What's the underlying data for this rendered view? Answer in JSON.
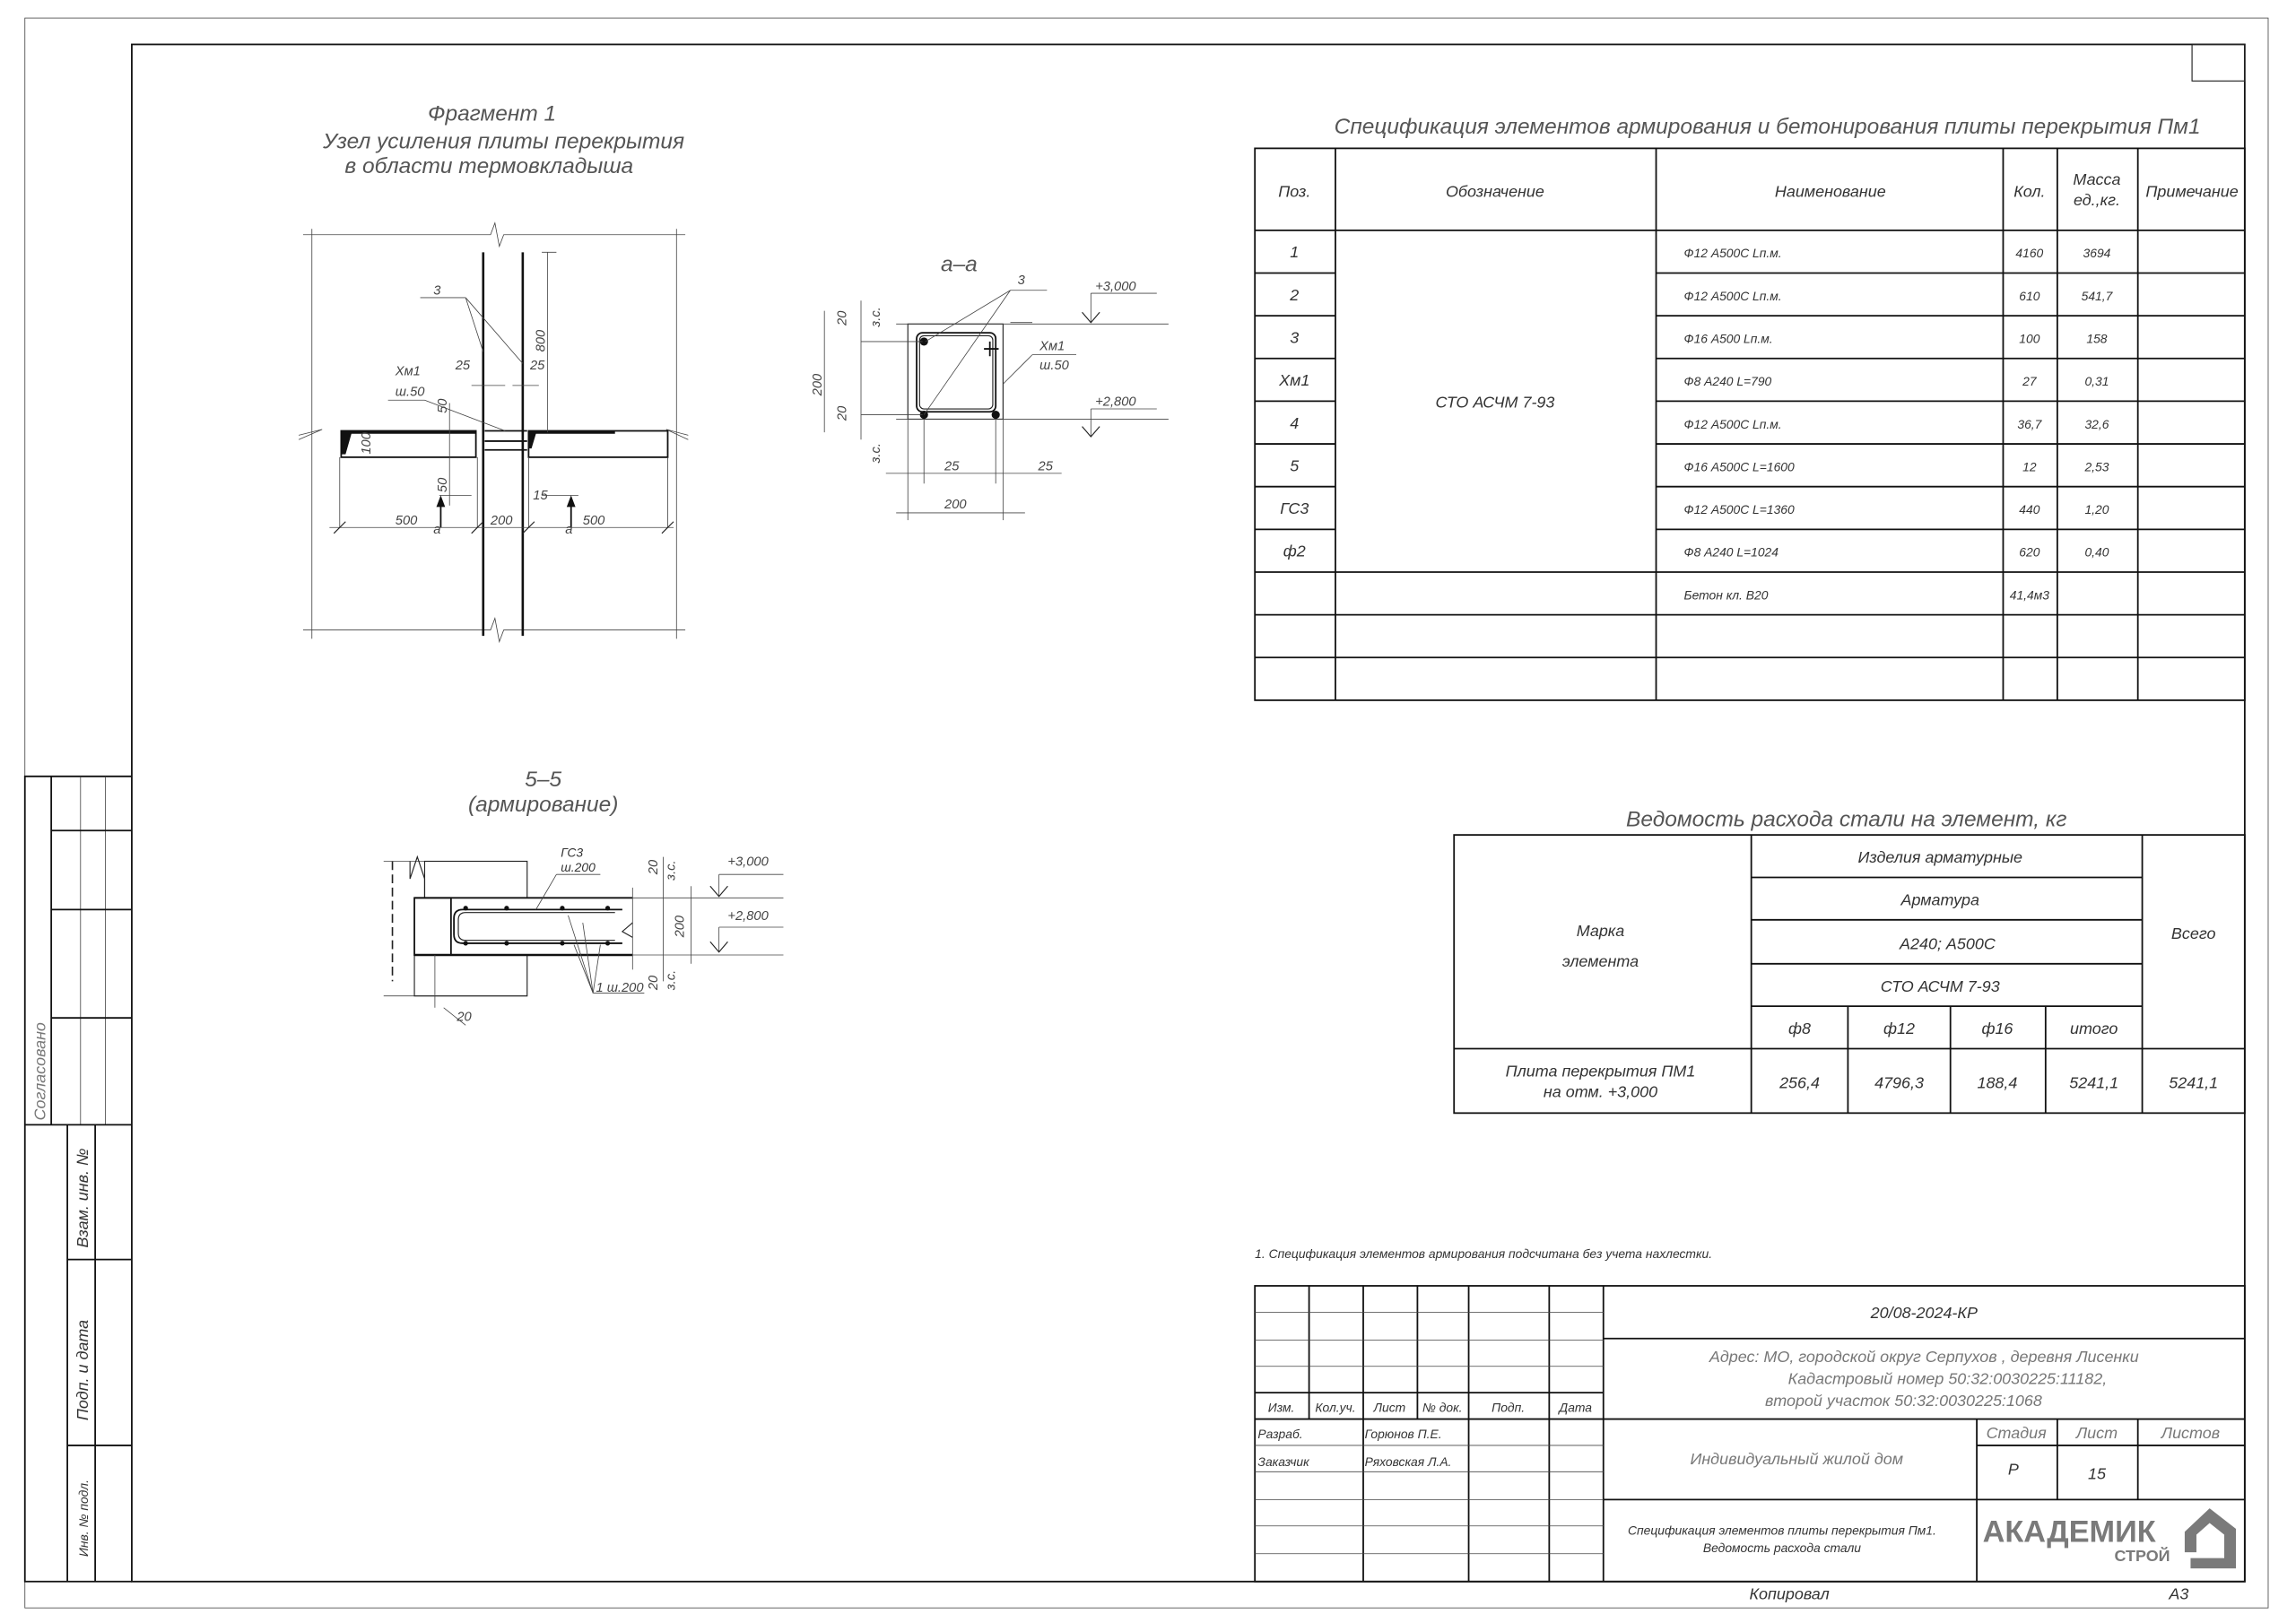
{
  "side_stamp": {
    "agreed": "Согласовано",
    "vzam_inv": "Взам. инв. №",
    "podp_data": "Подп. и дата",
    "inv_podl": "Инв. № подл."
  },
  "fragment1": {
    "title": [
      "Фрагмент 1",
      "Узел усиления плиты перекрытия",
      "в области термовкладыша"
    ],
    "labels": {
      "pos3": "3",
      "xm1": "Хм1",
      "step50": "ш.50",
      "d25a": "25",
      "d25b": "25",
      "d800": "800",
      "d50a": "50",
      "d50b": "50",
      "d100": "100",
      "d15": "15",
      "d500a": "500",
      "d200": "200",
      "d500b": "500",
      "cut_a1": "а",
      "cut_a2": "а"
    }
  },
  "section_aa": {
    "title": "а–а",
    "labels": {
      "pos3": "3",
      "xm1": "Хм1",
      "step50": "ш.50",
      "elev_top": "+3,000",
      "elev_bot": "+2,800",
      "d200v": "200",
      "d20a": "20",
      "d20b": "20",
      "zs_a": "з.с.",
      "zs_b": "з.с.",
      "d25a": "25",
      "d25b": "25",
      "d200h": "200"
    }
  },
  "section55": {
    "title": [
      "5–5",
      "(армирование)"
    ],
    "labels": {
      "gs3": "ГС3",
      "step200": "ш.200",
      "elev_top": "+3,000",
      "elev_bot": "+2,800",
      "d200": "200",
      "d20a": "20",
      "d20b": "20",
      "zs_a": "з.с.",
      "zs_b": "з.с.",
      "pos1": "1 ш.200",
      "d20c": "20"
    }
  },
  "spec_table": {
    "title": "Спецификация элементов армирования и бетонирования плиты перекрытия Пм1",
    "headers": [
      "Поз.",
      "Обозначение",
      "Наименование",
      "Кол.",
      "Масса",
      "ед.,кг.",
      "Примечание"
    ],
    "designation": "СТО АСЧМ 7-93",
    "rows": [
      {
        "pos": "1",
        "name": "Ф12 А500С Lп.м.",
        "qty": "4160",
        "mass": "3694"
      },
      {
        "pos": "2",
        "name": "Ф12 А500С Lп.м.",
        "qty": "610",
        "mass": "541,7"
      },
      {
        "pos": "3",
        "name": "Ф16 А500 Lп.м.",
        "qty": "100",
        "mass": "158"
      },
      {
        "pos": "Хм1",
        "name": "Ф8 А240 L=790",
        "qty": "27",
        "mass": "0,31"
      },
      {
        "pos": "4",
        "name": "Ф12 А500С Lп.м.",
        "qty": "36,7",
        "mass": "32,6"
      },
      {
        "pos": "5",
        "name": "Ф16 А500С L=1600",
        "qty": "12",
        "mass": "2,53"
      },
      {
        "pos": "ГС3",
        "name": "Ф12 А500С L=1360",
        "qty": "440",
        "mass": "1,20"
      },
      {
        "pos": "ф2",
        "name": "Ф8 А240 L=1024",
        "qty": "620",
        "mass": "0,40"
      },
      {
        "pos": "",
        "name": "Бетон кл. В20",
        "qty": "41,4м3",
        "mass": ""
      },
      {
        "pos": "",
        "name": "",
        "qty": "",
        "mass": ""
      },
      {
        "pos": "",
        "name": "",
        "qty": "",
        "mass": ""
      }
    ]
  },
  "steel_table": {
    "title": "Ведомость расхода стали на элемент, кг",
    "mark_header": [
      "Марка",
      "элемента"
    ],
    "group1": "Изделия арматурные",
    "group2": "Арматура",
    "group3": "А240; А500С",
    "group4": "СТО АСЧМ 7-93",
    "sub": [
      "ф8",
      "ф12",
      "ф16",
      "итого"
    ],
    "total_header": "Всего",
    "row": {
      "mark": [
        "Плита перекрытия ПМ1",
        "на отм. +3,000"
      ],
      "values": [
        "256,4",
        "4796,3",
        "188,4",
        "5241,1"
      ],
      "total": "5241,1"
    }
  },
  "note": "1. Спецификация элементов армирования подсчитана без учета нахлестки.",
  "title_block": {
    "code": "20/08-2024-КР",
    "address": [
      "Адрес: МО, городской округ Серпухов , деревня Лисенки",
      "Кадастровый номер 50:32:0030225:11182,",
      "второй участок 50:32:0030225:1068"
    ],
    "col_headers": [
      "Изм.",
      "Кол.уч.",
      "Лист",
      "№ док.",
      "Подп.",
      "Дата"
    ],
    "people": [
      {
        "role": "Разраб.",
        "name": "Горюнов П.Е."
      },
      {
        "role": "Заказчик",
        "name": "Ряховская Л.А."
      }
    ],
    "object": "Индивидуальный жилой дом",
    "stage_header": "Стадия",
    "sheet_header": "Лист",
    "sheets_header": "Листов",
    "stage": "Р",
    "sheet": "15",
    "sheets": "",
    "sheet_title": [
      "Спецификация элементов плиты перекрытия Пм1.",
      "Ведомость расхода стали"
    ],
    "logo": {
      "main": "АКАДЕМИК",
      "sub": "СТРОЙ",
      "color": "#7a7a7a"
    },
    "copied": "Копировал",
    "format": "А3"
  }
}
